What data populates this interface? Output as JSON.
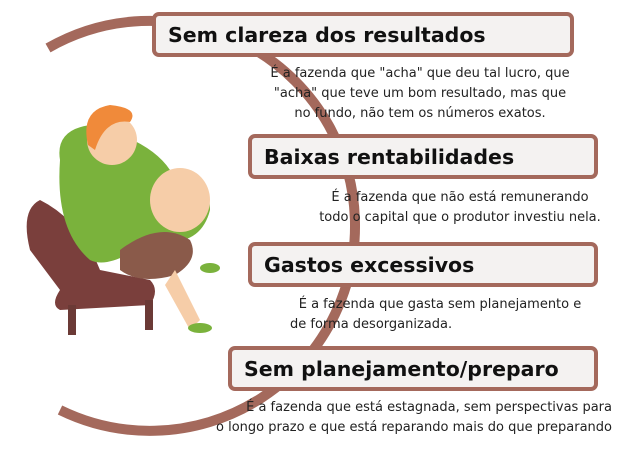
{
  "items": [
    {
      "title": "Sem clareza dos resultados",
      "lines": [
        "É a fazenda que \"acha\" que deu tal lucro, que",
        "\"acha\" que teve um bom resultado, mas que",
        "no fundo, não tem os números exatos."
      ]
    },
    {
      "title": "Baixas rentabilidades",
      "lines": [
        "É a fazenda que não está remunerando",
        "todo o capital que o produtor investiu nela."
      ]
    },
    {
      "title": "Gastos excessivos",
      "lines": [
        "É a fazenda que gasta sem planejamento e",
        "de forma desorganizada."
      ]
    },
    {
      "title": "Sem planejamento/preparo",
      "lines": [
        "É a fazenda que está estagnada, sem perspectivas para",
        "o longo prazo e que está reparando mais do que preparando"
      ]
    }
  ],
  "colors": {
    "accent": "#a4695c",
    "box_bg": "#f4f2f1"
  }
}
